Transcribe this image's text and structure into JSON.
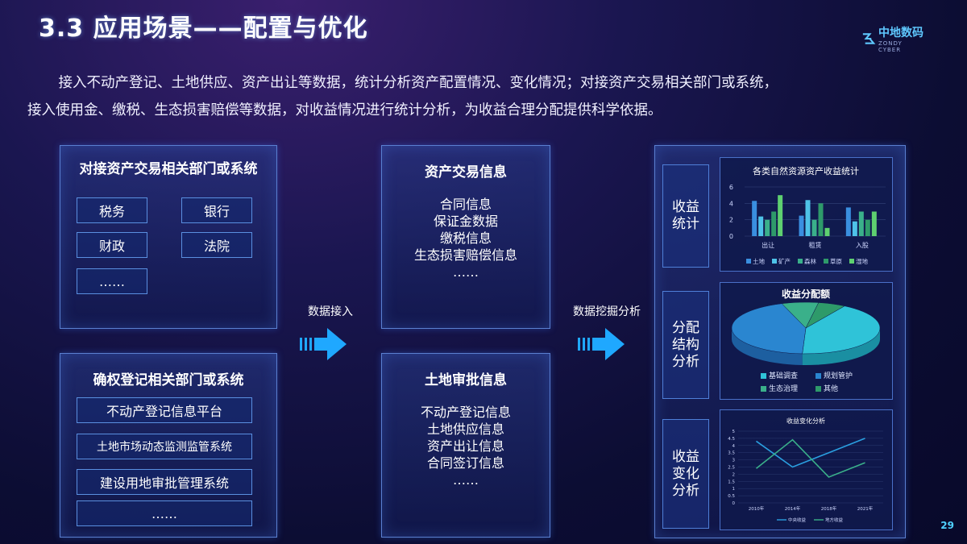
{
  "header": {
    "title": "3.3 应用场景——配置与优化",
    "logo_text": "中地数码",
    "logo_sub": "ZONDY CYBER"
  },
  "intro": {
    "line1": "接入不动产登记、土地供应、资产出让等数据，统计分析资产配置情况、变化情况；对接资产交易相关部门或系统，",
    "line2": "接入使用金、缴税、生态损害赔偿等数据，对收益情况进行统计分析，为收益合理分配提供科学依据。"
  },
  "left_top": {
    "title": "对接资产交易相关部门或系统",
    "items": [
      "税务",
      "银行",
      "财政",
      "法院",
      "……"
    ]
  },
  "left_bottom": {
    "title": "确权登记相关部门或系统",
    "items": [
      "不动产登记信息平台",
      "土地市场动态监测监管系统",
      "建设用地审批管理系统",
      "……"
    ]
  },
  "arrows": {
    "first": "数据接入",
    "second": "数据挖掘分析"
  },
  "mid_top": {
    "title": "资产交易信息",
    "items": [
      "合同信息",
      "保证金数据",
      "缴税信息",
      "生态损害赔偿信息",
      "……"
    ]
  },
  "mid_bottom": {
    "title": "土地审批信息",
    "items": [
      "不动产登记信息",
      "土地供应信息",
      "资产出让信息",
      "合同签订信息",
      "……"
    ]
  },
  "right_labels": [
    "收益\n统计",
    "分配\n结构\n分析",
    "收益\n变化\n分析"
  ],
  "colors": {
    "land": "#3a8fe0",
    "mineral": "#4ec3e8",
    "forest": "#3ab08a",
    "grass": "#2e9a6a",
    "wetland": "#5ed070",
    "line_central": "#2a9fe0",
    "line_local": "#3ab08a"
  },
  "page_number": "29",
  "chart_data": [
    {
      "type": "bar",
      "title": "各类自然资源资产收益统计",
      "categories": [
        "出让",
        "租赁",
        "入股"
      ],
      "series": [
        {
          "name": "土地",
          "values": [
            4.3,
            2.5,
            3.5
          ]
        },
        {
          "name": "矿产",
          "values": [
            2.4,
            4.4,
            1.8
          ]
        },
        {
          "name": "森林",
          "values": [
            2.0,
            2.0,
            3.0
          ]
        },
        {
          "name": "草原",
          "values": [
            3.0,
            4.0,
            2.0
          ]
        },
        {
          "name": "湿地",
          "values": [
            5.0,
            1.0,
            3.0
          ]
        }
      ],
      "ylim": [
        0,
        6
      ],
      "yticks": [
        "0",
        "2",
        "4",
        "6"
      ],
      "legend": "bottom"
    },
    {
      "type": "pie",
      "title": "收益分配额",
      "slices": [
        {
          "name": "基础调查",
          "value": 42
        },
        {
          "name": "规划管护",
          "value": 44
        },
        {
          "name": "生态治理",
          "value": 8
        },
        {
          "name": "其他",
          "value": 6
        }
      ],
      "legend": "bottom"
    },
    {
      "type": "line",
      "title": "收益变化分析",
      "x": [
        "2010年",
        "2014年",
        "2018年",
        "2021年"
      ],
      "series": [
        {
          "name": "中央收益",
          "values": [
            4.3,
            2.5,
            3.5,
            4.5
          ]
        },
        {
          "name": "地方收益",
          "values": [
            2.4,
            4.4,
            1.8,
            2.8
          ]
        }
      ],
      "ylim": [
        0,
        5
      ],
      "yticks": [
        "0",
        "0.5",
        "1",
        "1.5",
        "2",
        "2.5",
        "3",
        "3.5",
        "4",
        "4.5",
        "5"
      ],
      "legend": "bottom"
    }
  ]
}
